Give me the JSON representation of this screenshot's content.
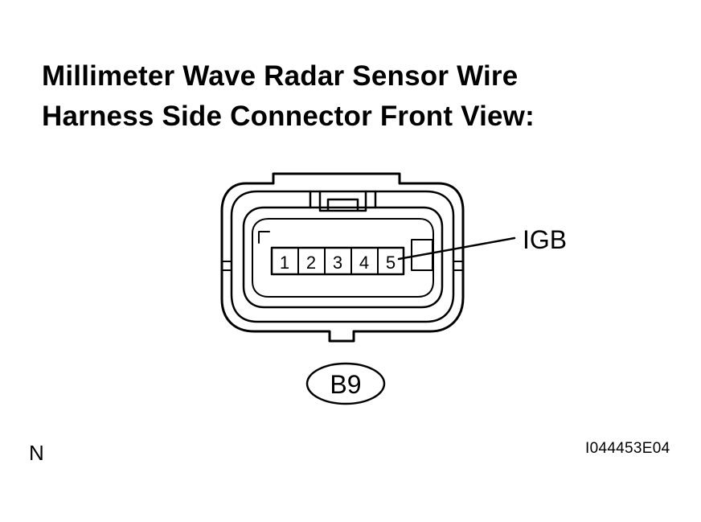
{
  "title": {
    "line1": "Millimeter Wave Radar Sensor Wire",
    "line2": "Harness Side Connector Front View:"
  },
  "connector": {
    "pins": [
      "1",
      "2",
      "3",
      "4",
      "5"
    ],
    "callout_label": "IGB",
    "code": "B9"
  },
  "footer": {
    "left": "N",
    "right": "I044453E04"
  }
}
